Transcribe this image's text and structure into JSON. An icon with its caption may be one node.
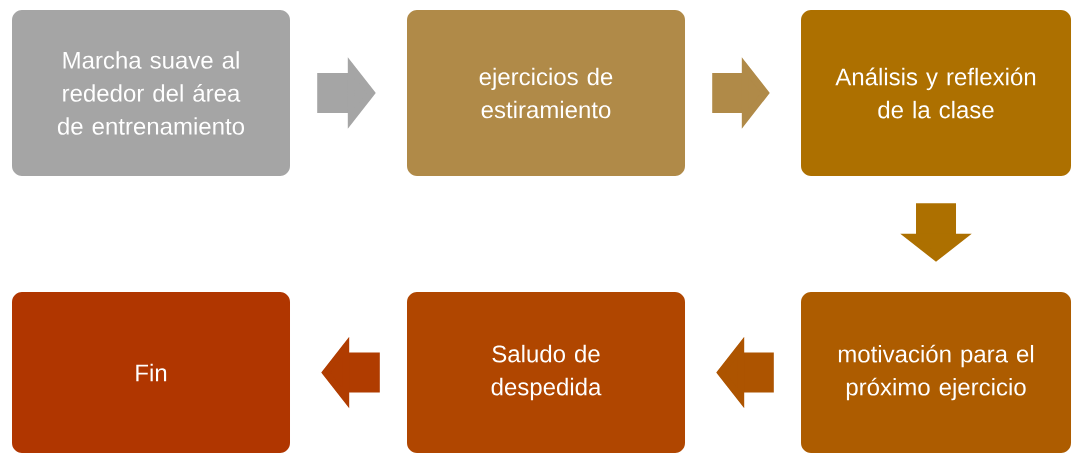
{
  "diagram": {
    "nodes": [
      {
        "text": [
          "Marcha suave al rededor del área de entrenamiento"
        ]
      },
      {
        "text": [
          "ejercicios de estiramiento"
        ]
      },
      {
        "text": [
          "Análisis y reflexión de la clase"
        ]
      },
      {
        "text": [
          "motivación para el próximo ejercicio"
        ]
      },
      {
        "text": [
          "Saludo de despedida"
        ]
      },
      {
        "text": [
          "Fin"
        ]
      }
    ],
    "edges": [
      {
        "from": 0,
        "to": 1,
        "arrow": "to",
        "color": "#a5a5a5"
      },
      {
        "from": 1,
        "to": 2,
        "arrow": "to",
        "color": "#b08a48"
      },
      {
        "from": 2,
        "to": 3,
        "arrow": "to",
        "color": "#ad7000"
      },
      {
        "from": 3,
        "to": 4,
        "arrow": "to",
        "color": "#ad5400"
      },
      {
        "from": 4,
        "to": 5,
        "arrow": "to",
        "color": "#b03c00"
      }
    ]
  }
}
